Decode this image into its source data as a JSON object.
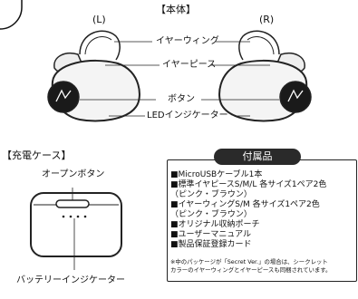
{
  "header": {
    "title": "【本体】",
    "left_label": "(L)",
    "right_label": "(R)"
  },
  "earbud_labels": {
    "earwing": "イヤーウィング",
    "eartip": "イヤーピース",
    "button": "ボタン",
    "led": "LEDインジケーター"
  },
  "case": {
    "title": "【充電ケース】",
    "open_button": "オープンボタン",
    "battery_indicator": "バッテリーインジケーター"
  },
  "accessories": {
    "title": "付属品",
    "items": [
      "■MicroUSBケーブル1本",
      "■標準イヤピースS/M/L 各サイズ1ペア2色",
      "（ピンク・ブラウン）",
      "■イヤーウィングS/M 各サイズ1ペア2色",
      "（ピンク・ブラウン）",
      "■オリジナル収納ポーチ",
      "■ユーザーマニュアル",
      "■製品保証登録カード"
    ],
    "note_line1": "※中のパッケージが「Secret Ver.」の場合は、シークレット",
    "note_line2": "カラーのイヤーウィングとイヤーピースも同梱されています。"
  },
  "colors": {
    "earbud_body": "#f4f4f4",
    "earbud_outline": "#222222",
    "button_face": "#1a1a1a",
    "pill_bg": "#2a2a2a"
  }
}
